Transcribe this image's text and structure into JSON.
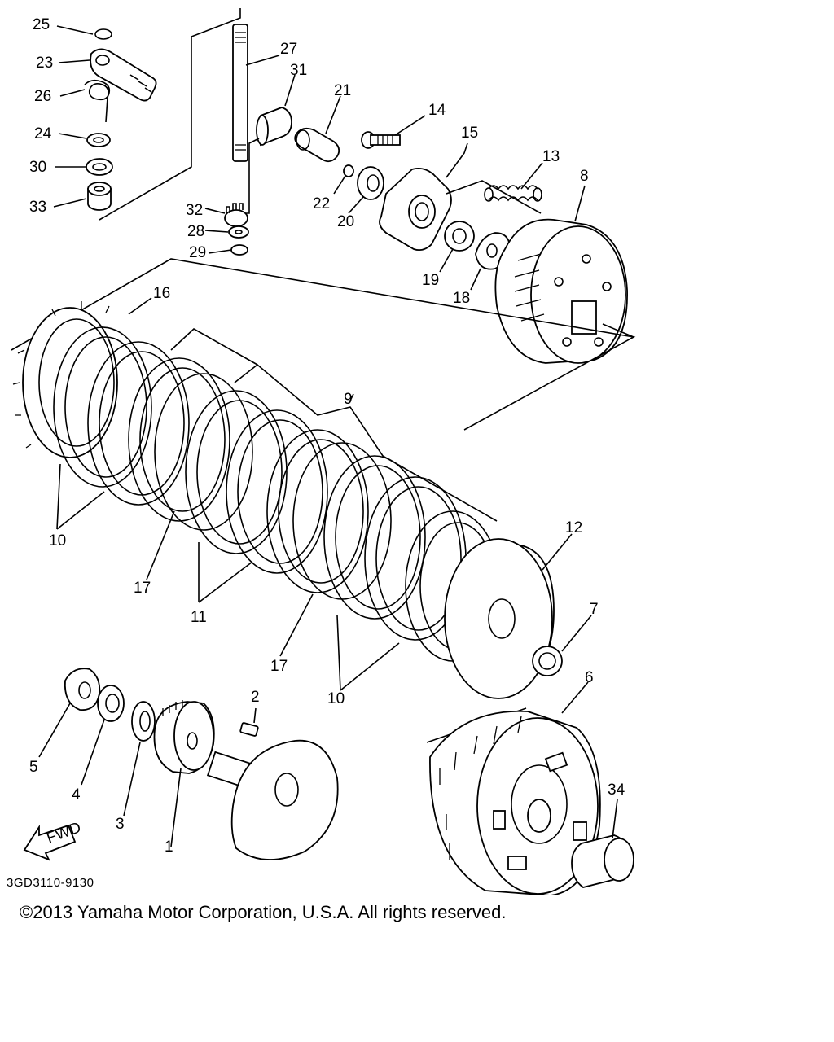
{
  "diagram": {
    "labels": [
      "25",
      "23",
      "26",
      "24",
      "30",
      "33",
      "27",
      "31",
      "21",
      "14",
      "15",
      "13",
      "8",
      "22",
      "20",
      "32",
      "28",
      "29",
      "19",
      "18",
      "16",
      "9",
      "10",
      "17",
      "11",
      "12",
      "7",
      "17",
      "10",
      "2",
      "6",
      "5",
      "4",
      "3",
      "1",
      "34"
    ],
    "fwd_label": "FWD",
    "drawing_code": "3GD3110-9130"
  },
  "footer": {
    "copyright": "©2013 Yamaha Motor Corporation, U.S.A. All rights reserved."
  }
}
